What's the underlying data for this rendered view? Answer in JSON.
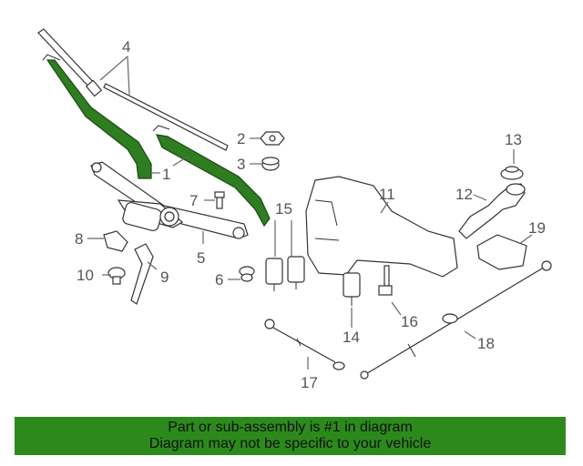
{
  "callouts": {
    "c1": "1",
    "c2": "2",
    "c3": "3",
    "c4": "4",
    "c5": "5",
    "c6": "6",
    "c7": "7",
    "c8": "8",
    "c9": "9",
    "c10": "10",
    "c11": "11",
    "c12": "12",
    "c13": "13",
    "c14": "14",
    "c15": "15",
    "c16": "16",
    "c17": "17",
    "c18": "18",
    "c19": "19"
  },
  "banner": {
    "line1": "Part or sub-assembly is #1 in diagram",
    "line2": "Diagram may not be specific to your vehicle"
  },
  "colors": {
    "highlight": "#2e7d20",
    "banner": "#2c8a1c"
  }
}
